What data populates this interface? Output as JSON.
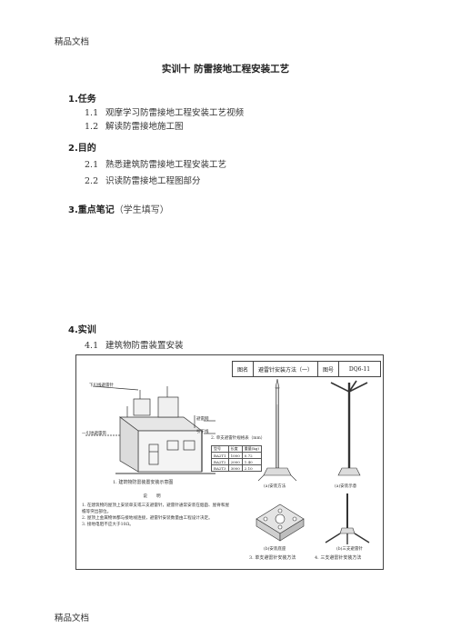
{
  "header": {
    "top_label": "精品文档",
    "bottom_label": "精品文档"
  },
  "title": "实训十    防雷接地工程安装工艺",
  "sections": [
    {
      "heading": "1.任务",
      "items": [
        {
          "num": "1.1",
          "text": "观摩学习防雷接地工程安装工艺视频"
        },
        {
          "num": "1.2",
          "text": "解读防雷接地施工图"
        }
      ]
    },
    {
      "heading": "2.目的",
      "items": [
        {
          "num": "2.1",
          "text": "熟悉建筑防雷接地工程安装工艺"
        },
        {
          "num": "2.2",
          "text": "识读防雷接地工程图部分"
        }
      ]
    },
    {
      "heading": "3.重点笔记",
      "note": "（学生填写）"
    },
    {
      "heading": "4.实训",
      "items": [
        {
          "num": "4.1",
          "text": "建筑物防雷装置安装"
        }
      ]
    }
  ],
  "figure": {
    "title_block": {
      "name_label": "图名",
      "name": "避雷针安装方法（一）",
      "no_label": "图号",
      "no": "DQ6-11"
    },
    "labels": {
      "rod": "下引线避雷针",
      "net": "避雷网",
      "down": "引下线",
      "ground": "一引地避雷带",
      "cap1": "1. 建筑物防雷装置安装示意图",
      "spec_title": "2. 单支避雷针规格表（mm）",
      "a": "(a)安装方法",
      "b": "(a)安装示意",
      "c": "(b)安装底座",
      "d": "(b)三支避雷针",
      "cap3": "3. 单支避雷针安装方法",
      "cap4": "4. 三支避雷针安装方法"
    },
    "spec_table": {
      "headers": [
        "型号",
        "长度",
        "重量(kg)"
      ],
      "rows": [
        [
          "BA2T1",
          "1000",
          "0.72"
        ],
        [
          "BA2T2",
          "2000",
          "1.40"
        ],
        [
          "BA2T3",
          "3000",
          "2.10"
        ]
      ]
    },
    "description": {
      "heading": "说明",
      "lines": [
        "1. 在建筑物的屋顶上安装单支或三支避雷针，避雷针通常安装在烟囱、屋脊和屋檐等突出部位。",
        "2. 屋顶上金属物体都与接地线连接，避雷针安装数量由工程设计决定。",
        "3. 接地电阻不应大于10Ω。"
      ]
    }
  }
}
